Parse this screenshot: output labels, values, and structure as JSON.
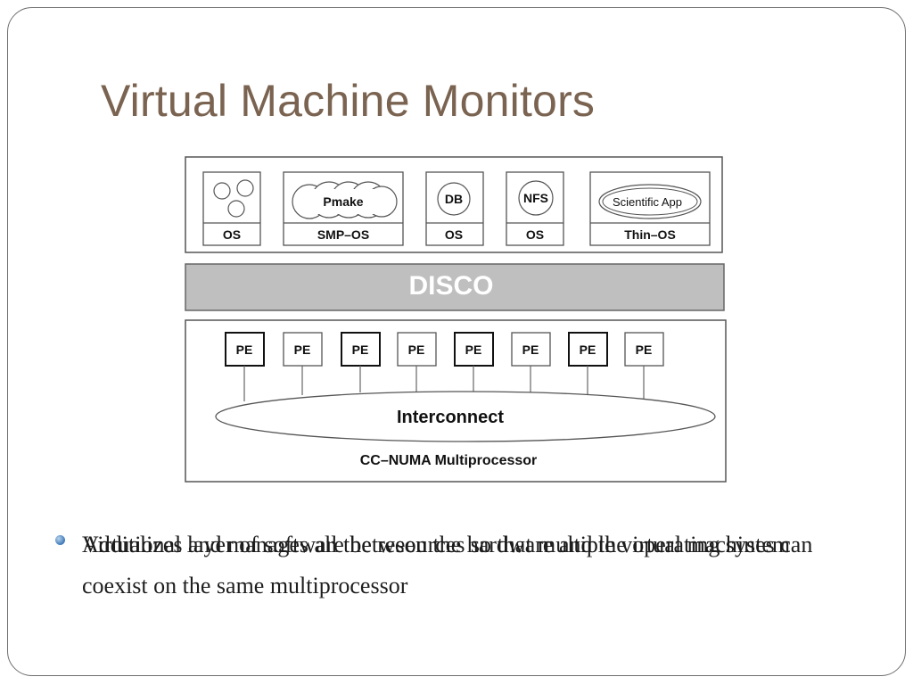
{
  "slide": {
    "title": "Virtual Machine Monitors"
  },
  "diagram": {
    "vm_boxes": [
      {
        "app": "",
        "os": "OS"
      },
      {
        "app": "Pmake",
        "os": "SMP–OS"
      },
      {
        "app": "DB",
        "os": "OS"
      },
      {
        "app": "NFS",
        "os": "OS"
      },
      {
        "app": "Scientific App",
        "os": "Thin–OS"
      }
    ],
    "monitor_label": "DISCO",
    "processing_elements": [
      "PE",
      "PE",
      "PE",
      "PE",
      "PE",
      "PE",
      "PE",
      "PE"
    ],
    "interconnect_label": "Interconnect",
    "machine_label": "CC–NUMA Multiprocessor"
  },
  "bullets": [
    {
      "text_a": "Additional layer of software between the hardware and the operating system",
      "text_b": "Virtualizes and manages all the resources so that multiple virtual machines can coexist on the same multiprocessor"
    }
  ]
}
